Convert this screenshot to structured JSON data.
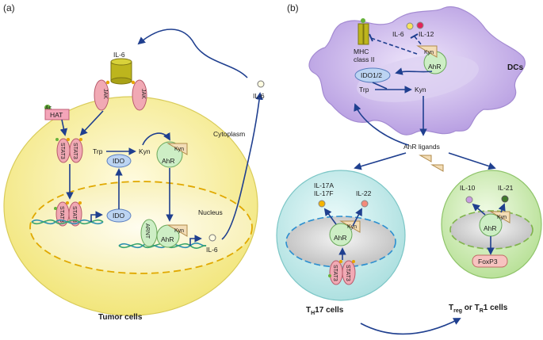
{
  "panels": {
    "a": "(a)",
    "b": "(b)"
  },
  "left": {
    "il6_receptor": "IL-6",
    "jak_left": "JAK",
    "jak_right": "JAK",
    "hat": "HAT",
    "ac": "Ac",
    "stat3": "STAT3",
    "trp": "Trp",
    "kyn": "Kyn",
    "ido_cyto": "IDO",
    "ido_nuc": "IDO",
    "ahr_cyto": "AhR",
    "kyn_on_ahr": "Kyn",
    "arnt": "ARNT",
    "ahr_nuc": "AhR",
    "kyn_nuc": "Kyn",
    "il6_gene": "IL-6",
    "il6_secreted": "IL-6",
    "cytoplasm": "Cytoplasm",
    "nucleus": "Nucleus",
    "caption": "Tumor cells"
  },
  "right": {
    "dc": {
      "il6": "IL-6",
      "il12": "IL-12",
      "mhc_line1": "MHC",
      "mhc_line2": "class II",
      "kyn": "Kyn",
      "ahr": "AhR",
      "ido": "IDO1/2",
      "trp": "Trp",
      "kyn2": "Kyn",
      "label": "DCs"
    },
    "ligands": "AhR ligands",
    "th17": {
      "il17a": "IL-17A",
      "il17f": "IL-17F",
      "il22": "IL-22",
      "kyn": "Kyn",
      "ahr": "AhR",
      "stat3": "STAT3",
      "caption_t": "T",
      "caption_sub": "H",
      "caption_rest": "17 cells"
    },
    "treg": {
      "il10": "IL-10",
      "il21": "IL-21",
      "kyn": "Kyn",
      "ahr": "AhR",
      "foxp3": "FoxP3",
      "caption_t1": "T",
      "caption_sub1": "reg",
      "caption_or": " or T",
      "caption_sub2": "R",
      "caption_rest": "1 cells"
    }
  },
  "colors": {
    "tumor_fill": "#f6ef9a",
    "nucleus_fill": "#fbf6c8",
    "th17_fill": "#c9ecec",
    "treg_fill": "#cde9b8",
    "dc_fill": "#c7b2e8",
    "arrow": "#1f3f8f",
    "stat_fill": "#f1a9b4",
    "ahr_fill": "#cdeec5",
    "kyn_fill": "#f3ddb6",
    "ido_fill": "#bcd4f2"
  }
}
